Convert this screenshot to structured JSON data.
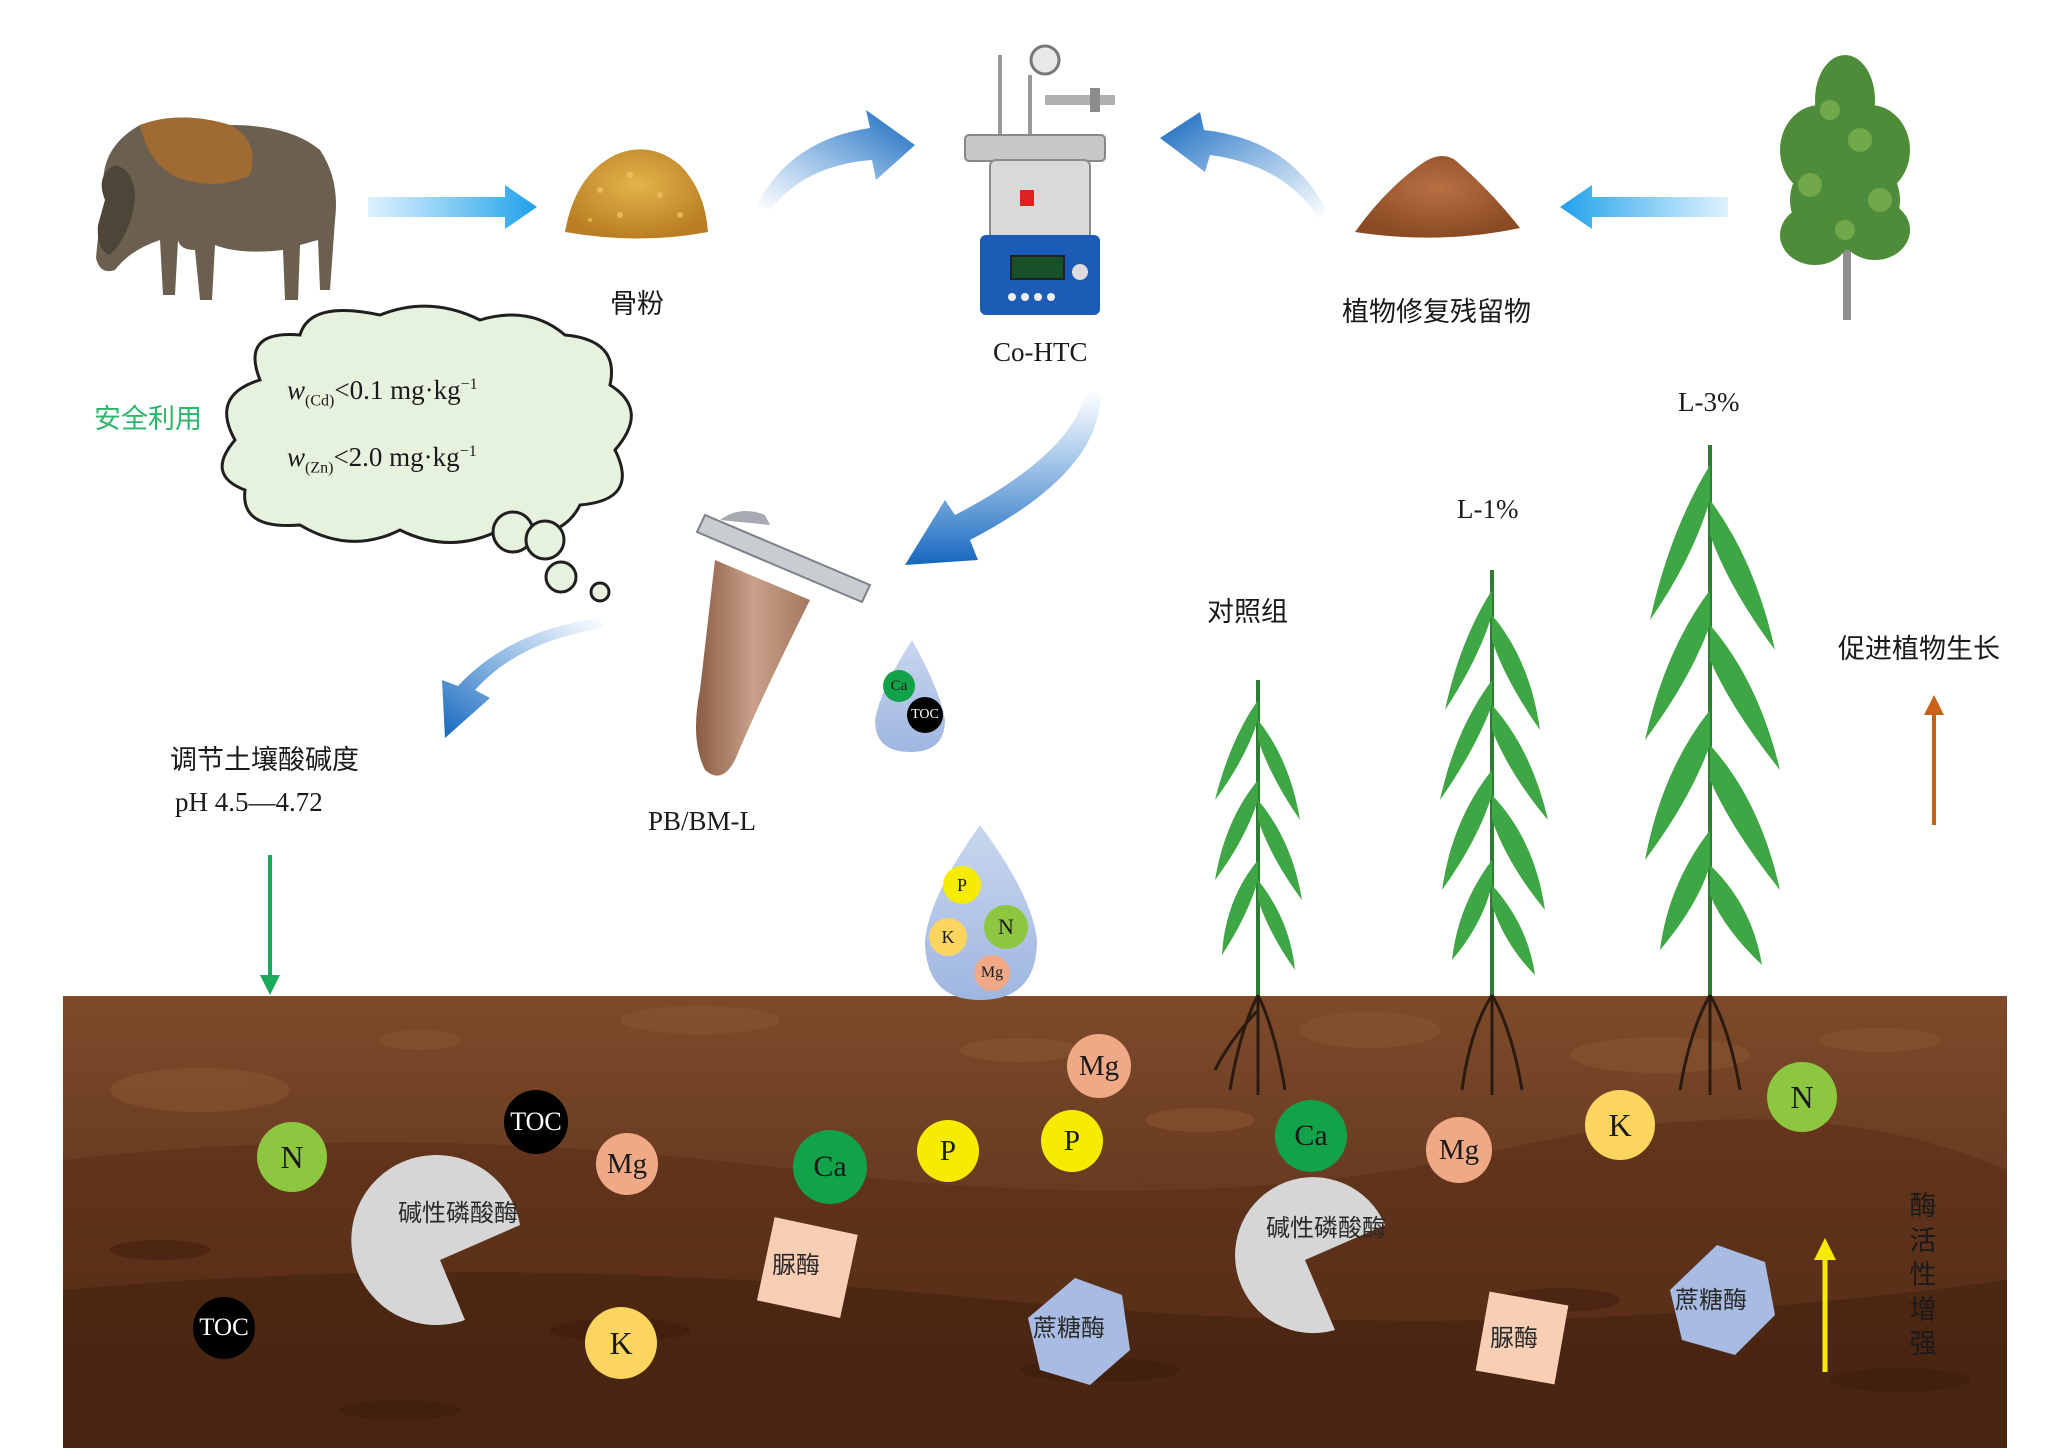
{
  "labels": {
    "bone_meal": "骨粉",
    "co_htc": "Co-HTC",
    "residue": "植物修复残留物",
    "safe_use": "安全利用",
    "cloud_cd_prefix": "w",
    "cloud_cd_sub": "(Cd)",
    "cloud_cd_value": "<0.1 mg·kg",
    "cloud_cd_exp": "−1",
    "cloud_zn_prefix": "w",
    "cloud_zn_sub": "(Zn)",
    "cloud_zn_value": "<2.0 mg·kg",
    "cloud_zn_exp": "−1",
    "product": "PB/BM-L",
    "ph_adjust": "调节土壤酸碱度",
    "ph_range": "pH 4.5—4.72",
    "control": "对照组",
    "l1": "L-1%",
    "l3": "L-3%",
    "promote": "促进植物生长",
    "enzyme_activity": [
      "酶",
      "活",
      "性",
      "增",
      "强"
    ]
  },
  "drops": {
    "small": [
      "Ca",
      "TOC"
    ],
    "large": [
      "P",
      "N",
      "K",
      "Mg"
    ]
  },
  "soil_nutrients": [
    "N",
    "TOC",
    "Mg",
    "Ca",
    "P",
    "P",
    "Mg",
    "Ca",
    "Mg",
    "K",
    "N",
    "TOC",
    "K"
  ],
  "enzymes": {
    "alkaline_phosphatase": "碱性磷酸酶",
    "urease": "脲酶",
    "sucrase": "蔗糖酶"
  },
  "colors": {
    "arrow_blue": "#1e6fc0",
    "soil_top": "#7b4a2c",
    "soil_mid": "#6a3c22",
    "soil_bottom": "#4b2614",
    "cloud_fill": "#e6f2de",
    "leaf_green": "#3fa645",
    "N": "#8dc63f",
    "TOC": "#000000",
    "Mg": "#f0a987",
    "Ca": "#11a24a",
    "P": "#f5ec00",
    "K": "#fbd560",
    "enzyme_gray": "#d6d6d6",
    "enzyme_pink": "#f8cfb5",
    "enzyme_blue": "#a8bce3",
    "up_arrow_orange": "#c8621a",
    "up_arrow_yellow": "#f5ea00",
    "down_arrow_green": "#19a95a"
  },
  "icons": [
    "bison-icon",
    "bone-meal-pile-icon",
    "reactor-icon",
    "residue-pile-icon",
    "tree-icon",
    "centrifuge-tube-icon"
  ]
}
